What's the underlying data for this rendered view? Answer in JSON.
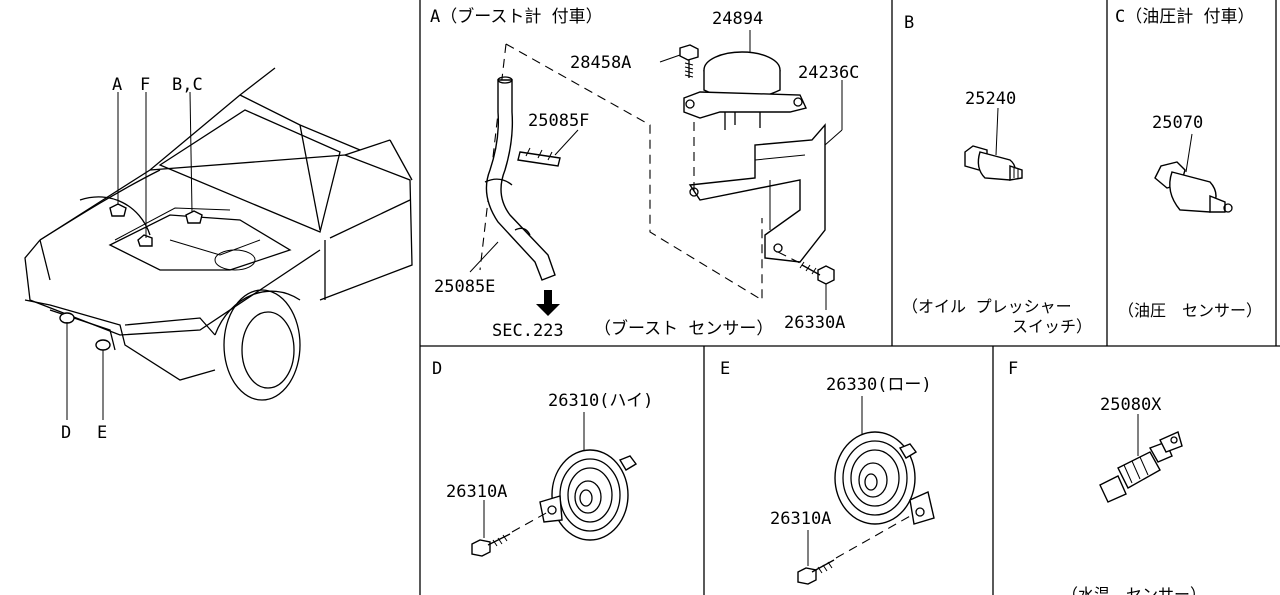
{
  "overview": {
    "callouts": {
      "a": "A",
      "f": "F",
      "bc": "B,C",
      "d": "D",
      "e": "E"
    }
  },
  "panel_a": {
    "header": "A（ブースト計 付車）",
    "parts": {
      "p24894": "24894",
      "p28458a": "28458A",
      "p24236c": "24236C",
      "p25085f": "25085F",
      "p25085e": "25085E",
      "p26330a": "26330A"
    },
    "sec_ref": "SEC.223",
    "caption": "（ブースト センサー）"
  },
  "panel_b": {
    "header": "B",
    "part": "25240",
    "caption_line1": "（オイル プレッシャー",
    "caption_line2": "スイッチ）"
  },
  "panel_c": {
    "header": "C（油圧計 付車）",
    "part": "25070",
    "caption": "（油圧　センサー）"
  },
  "panel_d": {
    "header": "D",
    "part_main": "26310(ハイ)",
    "part_bolt": "26310A"
  },
  "panel_e": {
    "header": "E",
    "part_main": "26330(ロー)",
    "part_bolt": "26310A"
  },
  "panel_f": {
    "header": "F",
    "part": "25080X",
    "caption": "（水温　センサー）"
  }
}
